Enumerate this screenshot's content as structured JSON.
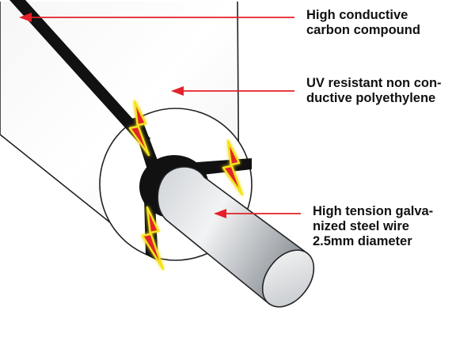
{
  "labels": {
    "carbon_compound": {
      "lines": [
        "High conductive",
        "carbon compound"
      ]
    },
    "polyethylene": {
      "lines": [
        "UV resistant non con-",
        "ductive polyethylene"
      ]
    },
    "steel_wire": {
      "lines": [
        "High tension galva-",
        "nized steel wire",
        "2.5mm diameter"
      ]
    }
  },
  "colors": {
    "arrow": "#e4202a",
    "spark_fill": "#e4202a",
    "spark_glow": "#f4e21a",
    "conductive_layer": "#111111",
    "insulation": "#ffffff",
    "steel": "#b9bec4"
  }
}
